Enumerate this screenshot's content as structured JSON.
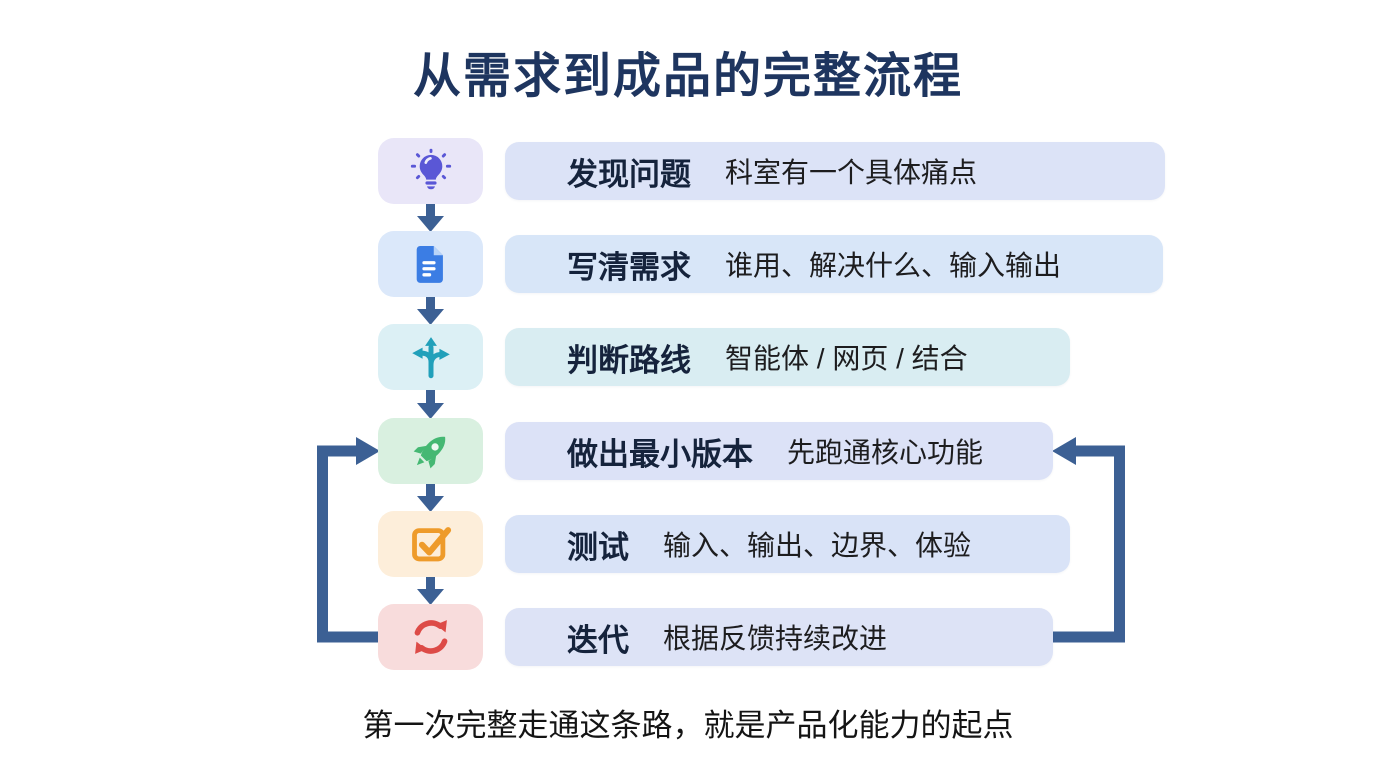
{
  "title": "从需求到成品的完整流程",
  "caption": "第一次完整走通这条路，就是产品化能力的起点",
  "colors": {
    "title": "#1e355f",
    "arrow": "#3c6094",
    "caption": "#141414"
  },
  "steps": [
    {
      "icon": "lightbulb-icon",
      "label": "发现问题",
      "detail": "科室有一个具体痛点",
      "tile_bg": "#e9e6f8",
      "icon_color": "#5a57d6",
      "box_bg": "#dce3f7"
    },
    {
      "icon": "document-icon",
      "label": "写清需求",
      "detail": "谁用、解决什么、输入输出",
      "tile_bg": "#dbe8fa",
      "icon_color": "#3b7de4",
      "box_bg": "#d8e6f8"
    },
    {
      "icon": "branch-arrows-icon",
      "label": "判断路线",
      "detail": "智能体 / 网页 / 结合",
      "tile_bg": "#dcf0f5",
      "icon_color": "#21a0ba",
      "box_bg": "#d9edf2"
    },
    {
      "icon": "rocket-icon",
      "label": "做出最小版本",
      "detail": "先跑通核心功能",
      "tile_bg": "#d9f0e0",
      "icon_color": "#45b873",
      "box_bg": "#dce2f7"
    },
    {
      "icon": "checkbox-icon",
      "label": "测试",
      "detail": "输入、输出、边界、体验",
      "tile_bg": "#fdeeda",
      "icon_color": "#ee9b2b",
      "box_bg": "#d9e3f7"
    },
    {
      "icon": "refresh-icon",
      "label": "迭代",
      "detail": "根据反馈持续改进",
      "tile_bg": "#f8dcdc",
      "icon_color": "#dd4b47",
      "box_bg": "#dde3f6"
    }
  ]
}
